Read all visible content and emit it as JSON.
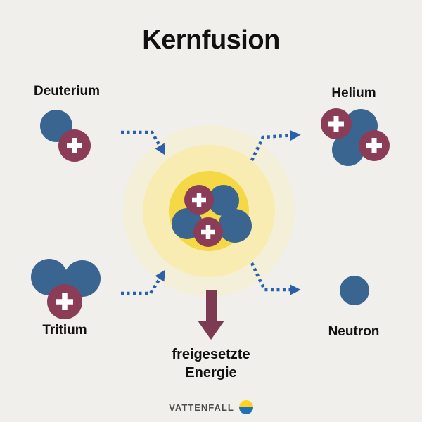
{
  "title": "Kernfusion",
  "labels": {
    "deuterium": "Deuterium",
    "helium": "Helium",
    "tritium": "Tritium",
    "neutron": "Neutron"
  },
  "energy": {
    "line1": "freigesetzte",
    "line2": "Energie"
  },
  "symbols": {
    "proton": "+"
  },
  "brand": {
    "name": "VATTENFALL"
  },
  "colors": {
    "background": "#f0efec",
    "text": "#111111",
    "neutron": "#3a6590",
    "proton": "#8b3c56",
    "proton-symbol": "#ffffff",
    "arrow-blue": "#2c5fa9",
    "energy-arrow": "#7c3a53",
    "glow-outer": "#f4efd8",
    "glow-mid": "#f8ecb2",
    "glow-inner": "#f5d845",
    "brand-text": "#4c4c4c",
    "brand-yellow": "#ffd41f",
    "brand-blue": "#2071b5"
  }
}
